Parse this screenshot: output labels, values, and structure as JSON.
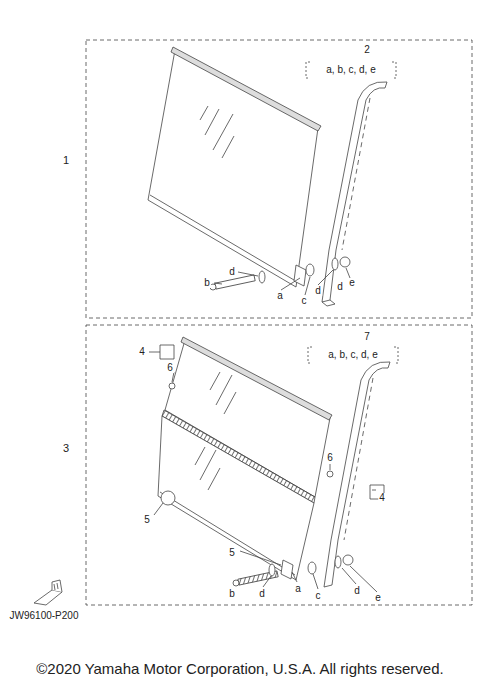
{
  "diagram": {
    "caption": "©2020 Yamaha Motor Corporation, U.S.A. All rights reserved.",
    "labels": [
      "1",
      "2",
      "a, b, c, d, e",
      "d",
      "b",
      "d",
      "a",
      "c",
      "d",
      "e",
      "3",
      "4",
      "7",
      "a, b, c, d, e",
      "6",
      "6",
      "4",
      "5",
      "5",
      "b",
      "d",
      "a",
      "c",
      "d",
      "e",
      "JW96100-P200"
    ]
  }
}
